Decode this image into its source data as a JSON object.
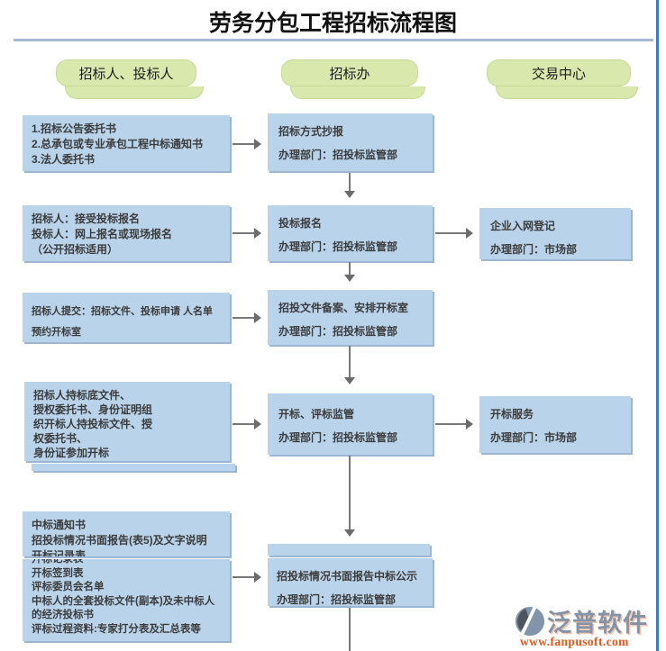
{
  "title": "劳务分包工程招标流程图",
  "columns": [
    {
      "label": "招标人、投标人"
    },
    {
      "label": "招标办"
    },
    {
      "label": "交易中心"
    }
  ],
  "boxes": {
    "l1": [
      "1.招标公告委托书",
      "2.总承包或专业承包工程中标通知书",
      "3.法人委托书"
    ],
    "m1": [
      "招标方式抄报",
      "办理部门：招投标监管部"
    ],
    "l2": [
      "招标人：接受投标报名",
      "投标人：网上报名或现场报名",
      "（公开招标适用）"
    ],
    "m2": [
      "投标报名",
      "办理部门：招投标监管部"
    ],
    "r2": [
      "企业入网登记",
      "办理部门：市场部"
    ],
    "l3": [
      "招标人提交：招标文件、投标申请 人名单",
      "预约开标室"
    ],
    "m3": [
      "招投文件备案、安排开标室",
      "办理部门：招投标监管部"
    ],
    "l4": [
      "招标人持标底文件、",
      "授权委托书、身份证明组",
      "织开标人持投标文件、授",
      "权委托书、",
      "身份证参加开标"
    ],
    "m4": [
      "开标、评标监管",
      "办理部门：招投标监管部"
    ],
    "r4": [
      "开标服务",
      "办理部门：市场部"
    ],
    "la": [
      "中标通知书",
      "招投标情况书面报告(表5)及文字说明",
      "开标记录表"
    ],
    "lb": [
      "开标记录表",
      "开标签到表",
      "评标委员会名单",
      "中标人的全套投标文件(副本)及未中标人",
      "的经济投标书",
      "评标过程资料:专家打分表及汇总表等"
    ],
    "m5": [
      "招投标情况书面报告中标公示",
      "办理部门：招投标监管部"
    ]
  },
  "logo": {
    "name": "泛普软件",
    "url": "www.fanpusoft.com"
  },
  "colors": {
    "box": "#b9d3ea",
    "box_shadow": "#9cb6d1",
    "pill": "#d9e8ad",
    "pill_border": "#c6da96",
    "arrow": "#787878",
    "arrow_head": "#6b6b6b",
    "rule": "#a8bad2",
    "frame": "#4179b5",
    "logo_text": "#8494a6",
    "logo_url": "#e2571d",
    "ink": "#3c3c3c"
  }
}
